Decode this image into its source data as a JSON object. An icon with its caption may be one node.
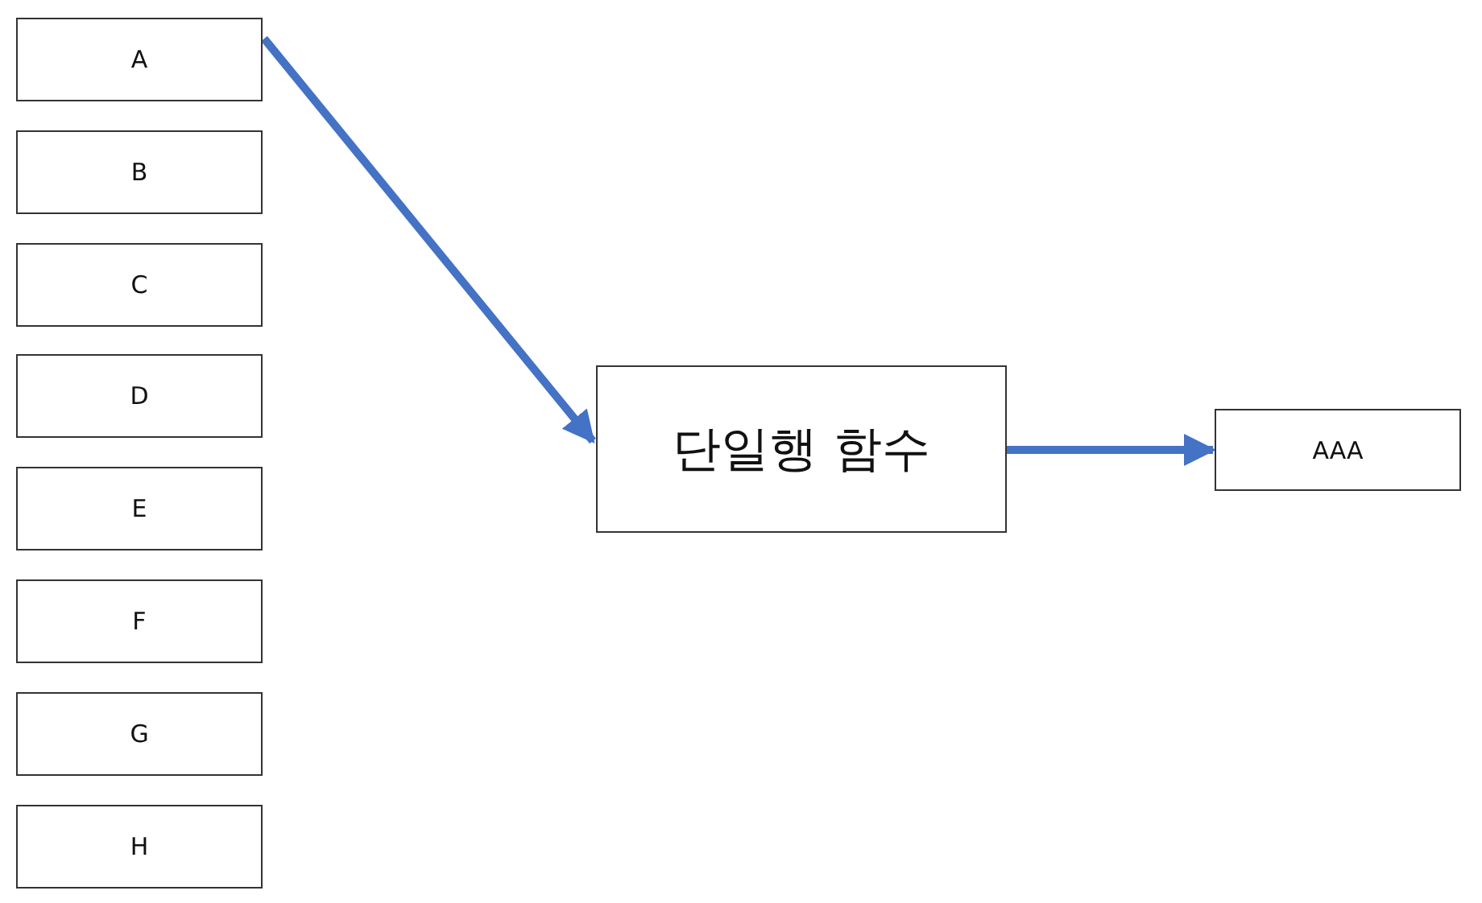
{
  "diagram": {
    "nodes": [
      {
        "text": [
          "A"
        ]
      },
      {
        "text": [
          "B"
        ]
      },
      {
        "text": [
          "C"
        ]
      },
      {
        "text": [
          "D"
        ]
      },
      {
        "text": [
          "E"
        ]
      },
      {
        "text": [
          "F"
        ]
      },
      {
        "text": [
          "G"
        ]
      },
      {
        "text": [
          "H"
        ]
      },
      {
        "text": [
          "단일행 함수"
        ]
      },
      {
        "text": [
          "AAA"
        ]
      }
    ],
    "edges": [
      {
        "from": 0,
        "to": 8,
        "arrow": "to"
      },
      {
        "from": 8,
        "to": 9,
        "arrow": "to"
      }
    ]
  }
}
